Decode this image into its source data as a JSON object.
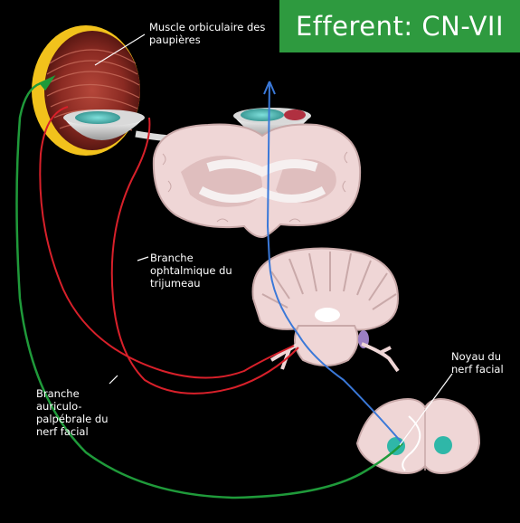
{
  "title": "Efferent: CN-VII",
  "labels": {
    "muscle": "Muscle orbiculaire des\npaupières",
    "ophthalmic": "Branche\nophtalmique du\ntrijumeau",
    "auriculopalpebral": "Branche\nauriculo-\npalpébrale du\nnerf facial",
    "nucleus": "Noyau du\nnerf facial"
  },
  "colors": {
    "background": "#000000",
    "banner": "#2e9a3f",
    "facial_nerve": "#1f9a3a",
    "trigeminal_nerve": "#d8202a",
    "ascending_pathway": "#3a78d8",
    "tissue": "#efd6d6",
    "muscle": "#8a2a22",
    "eyelid_rim": "#f2c21c"
  }
}
